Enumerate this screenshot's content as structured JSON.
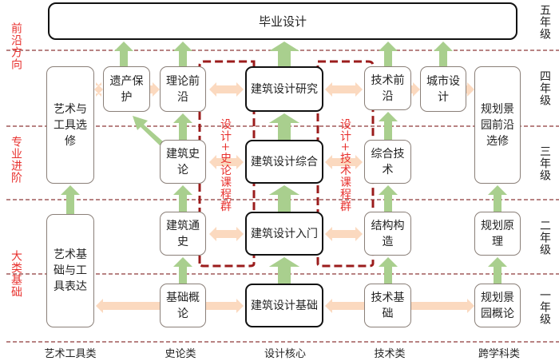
{
  "top": {
    "capstone": "毕业设计"
  },
  "years": [
    "五年级",
    "四年级",
    "三年级",
    "二年级",
    "一年级"
  ],
  "stages": [
    "前沿方向",
    "专业进阶",
    "大类基础"
  ],
  "groups": [
    "设计+史论课程群",
    "设计+技术课程群"
  ],
  "categories": [
    "艺术工具类",
    "史论类",
    "设计核心",
    "技术类",
    "跨学科类"
  ],
  "courses": {
    "art_elective": "艺术与工具选修",
    "heritage": "遗产保护",
    "theory_frontier": "理论前沿",
    "design_research": "建筑设计研究",
    "tech_frontier": "技术前沿",
    "urban_design": "城市设计",
    "planning_frontier_elective": "规划景园前沿选修",
    "arch_history_theory": "建筑史论",
    "design_synthesis": "建筑设计综合",
    "integrated_tech": "综合技术",
    "arch_general_history": "建筑通史",
    "design_intro": "建筑设计入门",
    "structure": "结构构造",
    "planning_principles": "规划原理",
    "art_basics": "艺术基础与工具表达",
    "basic_intro": "基础概论",
    "design_basics": "建筑设计基础",
    "tech_basics": "技术基础",
    "planning_intro": "规划景园概论"
  },
  "colors": {
    "green_arrow": "#a9cf8e",
    "orange_arrow": "#fbd9bf",
    "group_border": "#9b1c1c",
    "divider": "#a05a5a",
    "stage_text": "#e8322f"
  }
}
